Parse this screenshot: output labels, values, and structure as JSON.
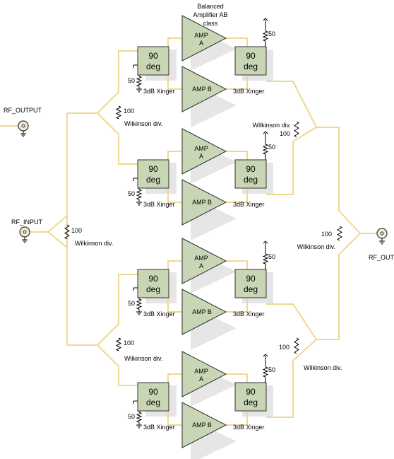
{
  "labels": {
    "header_line1": "Balanced",
    "header_line2": "Amplifier AB",
    "header_line3": "class",
    "rf_output_left": "RF_OUTPUT",
    "rf_input": "RF_INPUT",
    "rf_output_right": "RF_OUTPUT",
    "hybrid_line1": "90",
    "hybrid_line2": "deg",
    "hybrid_name": "3dB Xinger",
    "amp_a_line1": "AMP",
    "amp_a_line2": "A",
    "amp_b": "AMP B",
    "termination_50": "50",
    "resistor_100": "100",
    "wilkinson": "Wilkinson div."
  }
}
